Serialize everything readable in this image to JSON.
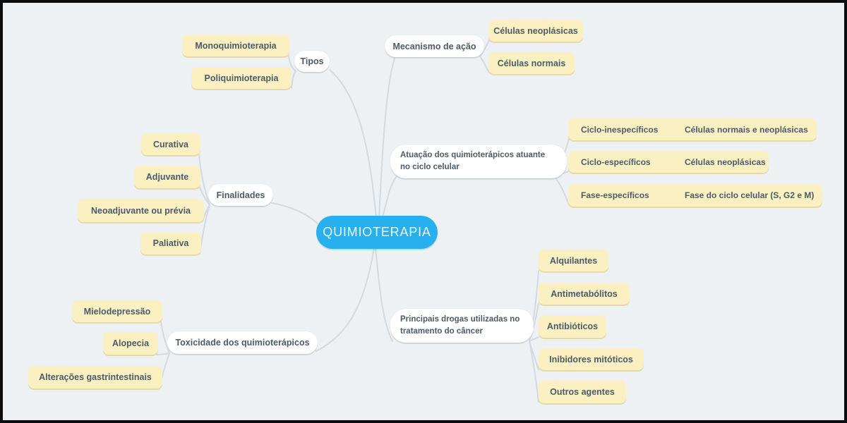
{
  "colors": {
    "background": "#edf1f4",
    "frame_border": "#0d0d0d",
    "central_bg": "#26b0ee",
    "central_text": "#e9f8ff",
    "topic_bg": "#faf0c2",
    "topic_edge": "#e4d9a8",
    "pill_bg": "#ffffff",
    "text": "#4d5a68",
    "connector": "#d3d9de"
  },
  "central": {
    "label": "QUIMIOTERAPIA"
  },
  "branches": {
    "tipos": {
      "label": "Tipos",
      "children": [
        "Monoquimioterapia",
        "Poliquimioterapia"
      ]
    },
    "mecanismo": {
      "label": "Mecanismo de ação",
      "children": [
        "Células neoplásicas",
        "Células normais"
      ]
    },
    "atuacao": {
      "label_lines": [
        "Atuação dos quimioterápicos atuante",
        "no ciclo celular"
      ],
      "rows": [
        {
          "label": "Ciclo-inespecíficos",
          "detail": "Células normais e neoplásicas"
        },
        {
          "label": "Ciclo-específicos",
          "detail": "Células neoplásicas"
        },
        {
          "label": "Fase-específicos",
          "detail": "Fase do ciclo celular (S, G2 e M)"
        }
      ]
    },
    "finalidades": {
      "label": "Finalidades",
      "children": [
        "Curativa",
        "Adjuvante",
        "Neoadjuvante ou prévia",
        "Paliativa"
      ]
    },
    "toxicidade": {
      "label": "Toxicidade dos quimioterápicos",
      "children": [
        "Mielodepressão",
        "Alopecia",
        "Alterações gastrintestinais"
      ]
    },
    "drogas": {
      "label_lines": [
        "Principais drogas utilizadas no",
        "tratamento do câncer"
      ],
      "children": [
        "Alquilantes",
        "Antimetabólitos",
        "Antibióticos",
        "Inibidores mitóticos",
        "Outros agentes"
      ]
    }
  }
}
